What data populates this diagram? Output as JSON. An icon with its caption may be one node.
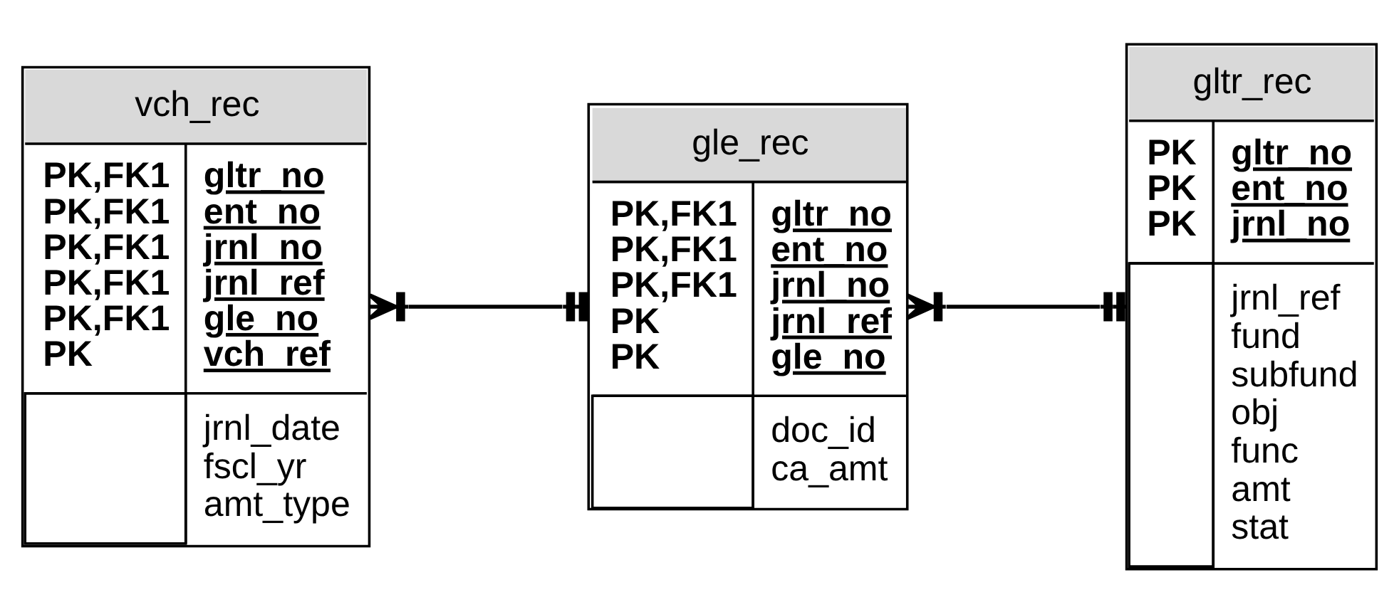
{
  "diagram": {
    "nodes": [
      {
        "text": [
          "vch_rec",
          "PK,FK1 PK,FK1 PK,FK1 PK,FK1 PK,FK1 PK",
          "gltr_no ent_no jrnl_no jrnl_ref gle_no vch_ref",
          "jrnl_date fscl_yr amt_type"
        ]
      },
      {
        "text": [
          "gle_rec",
          "PK,FK1 PK,FK1 PK,FK1 PK PK",
          "gltr_no ent_no jrnl_no jrnl_ref gle_no",
          "doc_id ca_amt"
        ]
      },
      {
        "text": [
          "gltr_rec",
          "PK PK PK",
          "gltr_no ent_no jrnl_no",
          "jrnl_ref fund subfund obj func amt stat"
        ]
      }
    ],
    "edges": [
      {
        "from": 0,
        "to": 1,
        "arrow": "other"
      },
      {
        "from": 1,
        "to": 2,
        "arrow": "other"
      }
    ]
  }
}
